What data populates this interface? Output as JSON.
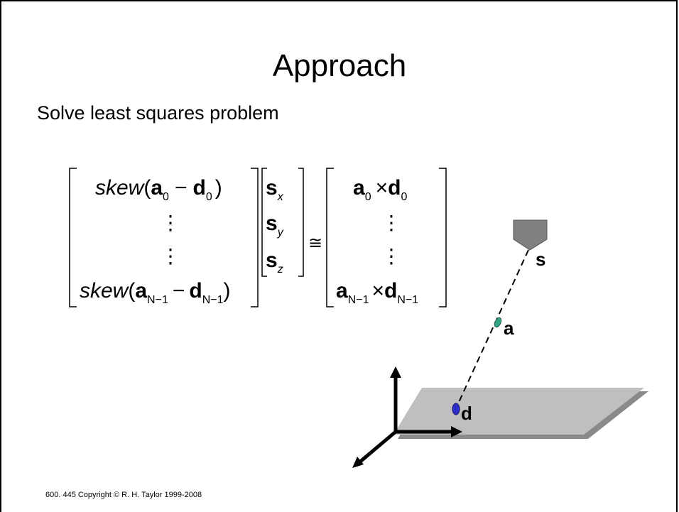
{
  "slide": {
    "title": "Approach",
    "subtitle": "Solve least squares problem",
    "footer": "600. 445 Copyright © R. H. Taylor 1999-2008"
  },
  "equation": {
    "lhs_rows": [
      {
        "func": "skew",
        "open": "(",
        "a": "a",
        "a_sub": "0",
        "minus": "−",
        "d": "d",
        "d_sub": "0",
        "close": ")"
      },
      {
        "func": "skew",
        "open": "(",
        "a": "a",
        "a_sub": "N−1",
        "minus": "−",
        "d": "d",
        "d_sub": "N−1",
        "close": ")"
      }
    ],
    "vdots": "⋮",
    "unknown": [
      {
        "sym": "s",
        "sub": "x"
      },
      {
        "sym": "s",
        "sub": "y"
      },
      {
        "sym": "s",
        "sub": "z"
      }
    ],
    "approx": "≅",
    "rhs_rows": [
      {
        "a": "a",
        "a_sub": "0",
        "cross": "×",
        "d": "d",
        "d_sub": "0"
      },
      {
        "a": "a",
        "a_sub": "N−1",
        "cross": "×",
        "d": "d",
        "d_sub": "N−1"
      }
    ]
  },
  "diagram": {
    "labels": {
      "s": "s",
      "a": "a",
      "d": "d"
    },
    "colors": {
      "plane": "#bfbfbf",
      "sensor": "#808080",
      "point_a": "#33a585",
      "point_d": "#2e2fc9",
      "axes": "#000000"
    }
  }
}
